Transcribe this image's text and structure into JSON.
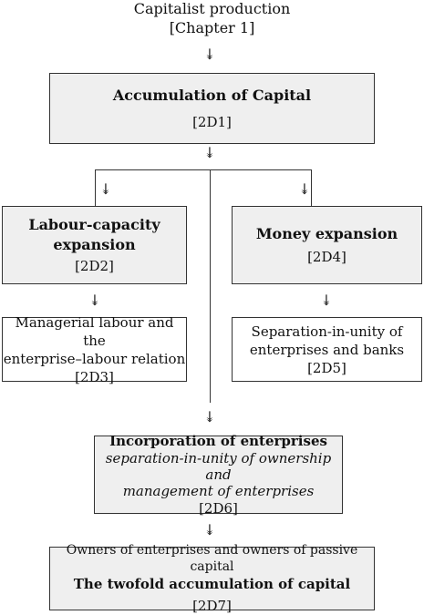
{
  "top": {
    "label": "Capitalist production",
    "ref": "[Chapter 1]"
  },
  "arrow_glyph": "↡",
  "nodes": {
    "accumulation": {
      "title": "Accumulation of Capital",
      "ref": "[2D1]"
    },
    "labour_capacity": {
      "title_line1": "Labour-capacity",
      "title_line2": "expansion",
      "ref": "[2D2]"
    },
    "money": {
      "title": "Money expansion",
      "ref": "[2D4]"
    },
    "managerial": {
      "line1": "Managerial labour and the",
      "line2": "enterprise–labour relation",
      "ref": "[2D3]"
    },
    "separation": {
      "line1": "Separation-in-unity of",
      "line2": "enterprises and banks",
      "ref": "[2D5]"
    },
    "incorporation": {
      "title": "Incorporation of enterprises",
      "subtitle_line1": "separation-in-unity of ownership and",
      "subtitle_line2": "management of enterprises",
      "ref": "[2D6]"
    },
    "twofold": {
      "line1": "Owners of enterprises and owners of passive capital",
      "title": "The twofold accumulation of capital",
      "ref": "[2D7]"
    }
  }
}
